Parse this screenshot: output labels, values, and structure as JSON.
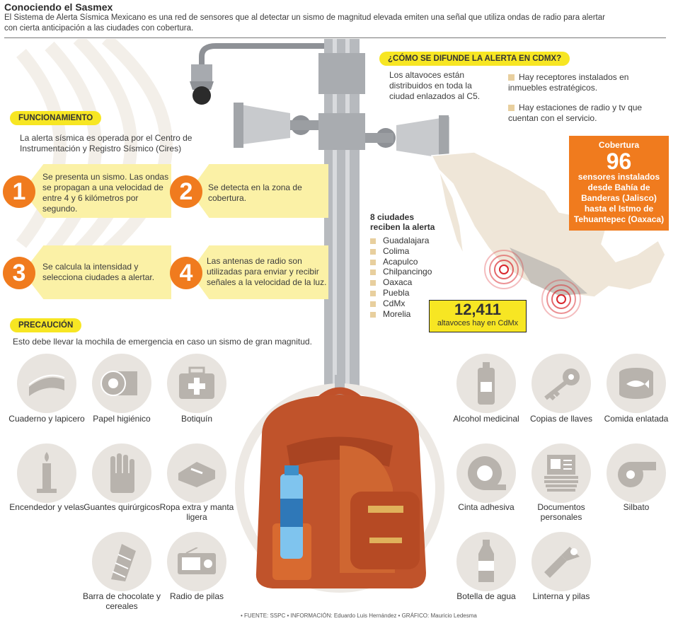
{
  "header": {
    "title": "Conociendo el Sasmex",
    "intro": "El Sistema de Alerta Sísmica Mexicano es una red de sensores que al detectar un sismo de magnitud elevada emiten una señal que utiliza ondas de radio para alertar con cierta anticipación a las ciudades con cobertura."
  },
  "funcionamiento": {
    "label": "FUNCIONAMIENTO",
    "description": "La alerta sísmica es operada por el Centro de Instrumentación y Registro Sísmico (Cires)",
    "steps": [
      {
        "number": "1",
        "text": "Se presenta un sismo. Las ondas se propagan a una velocidad de entre 4 y 6 kilómetros por segundo."
      },
      {
        "number": "2",
        "text": "Se detecta en la zona de cobertura."
      },
      {
        "number": "3",
        "text": "Se calcula la intensidad y selecciona ciudades a alertar."
      },
      {
        "number": "4",
        "text": "Las antenas de radio son utilizadas para enviar y recibir señales a la velocidad de la luz."
      }
    ]
  },
  "difusion": {
    "label": "¿CÓMO SE DIFUNDE LA ALERTA EN CDMX?",
    "main": "Los altavoces están distribuidos en toda la ciudad enlazados al C5.",
    "bullets": [
      "Hay receptores instalados en inmuebles estratégicos.",
      "Hay estaciones de radio y tv que cuentan con el servicio."
    ]
  },
  "cobertura": {
    "label": "Cobertura",
    "number": "96",
    "text": "sensores instalados desde Bahía de Banderas (Jalisco) hasta el Istmo de Tehuantepec (Oaxaca)"
  },
  "ciudades": {
    "title": "8 ciudades reciben la alerta",
    "items": [
      "Guadalajara",
      "Colima",
      "Acapulco",
      "Chilpancingo",
      "Oaxaca",
      "Puebla",
      "CdMx",
      "Morelia"
    ]
  },
  "altavoces": {
    "number": "12,411",
    "text": "altavoces hay en CdMx"
  },
  "precaucion": {
    "label": "PRECAUCIÓN",
    "text": "Esto debe llevar la mochila de emergencia en caso un sismo de gran magnitud."
  },
  "items_left": [
    {
      "label": "Cuaderno y lapicero",
      "icon": "notebook-icon"
    },
    {
      "label": "Papel higiénico",
      "icon": "toilet-paper-icon"
    },
    {
      "label": "Botiquín",
      "icon": "first-aid-kit-icon"
    },
    {
      "label": "Encendedor y velas",
      "icon": "candle-icon"
    },
    {
      "label": "Guantes quirúrgicos",
      "icon": "glove-icon"
    },
    {
      "label": "Ropa extra y manta ligera",
      "icon": "clothes-icon"
    },
    {
      "label": "Barra de chocolate y cereales",
      "icon": "chocolate-bar-icon"
    },
    {
      "label": "Radio de pilas",
      "icon": "radio-icon"
    }
  ],
  "items_right": [
    {
      "label": "Alcohol medicinal",
      "icon": "alcohol-bottle-icon"
    },
    {
      "label": "Copias de llaves",
      "icon": "key-icon"
    },
    {
      "label": "Comida enlatada",
      "icon": "canned-food-icon"
    },
    {
      "label": "Cinta adhesiva",
      "icon": "tape-icon"
    },
    {
      "label": "Documentos personales",
      "icon": "documents-icon"
    },
    {
      "label": "Silbato",
      "icon": "whistle-icon"
    },
    {
      "label": "Botella de agua",
      "icon": "water-bottle-icon"
    },
    {
      "label": "Linterna y pilas",
      "icon": "flashlight-icon"
    }
  ],
  "footer": {
    "credits": "• FUENTE: SSPC • INFORMACIÓN: Eduardo Luis Hernández • GRÁFICO: Mauricio Ledesma"
  },
  "colors": {
    "yellow": "#f7e623",
    "orange": "#f07b1e",
    "pale_yellow": "#fbf1a6",
    "icon_bg": "#e8e4df",
    "map": "#efe6d8",
    "alert_ring": "#d9262c"
  }
}
